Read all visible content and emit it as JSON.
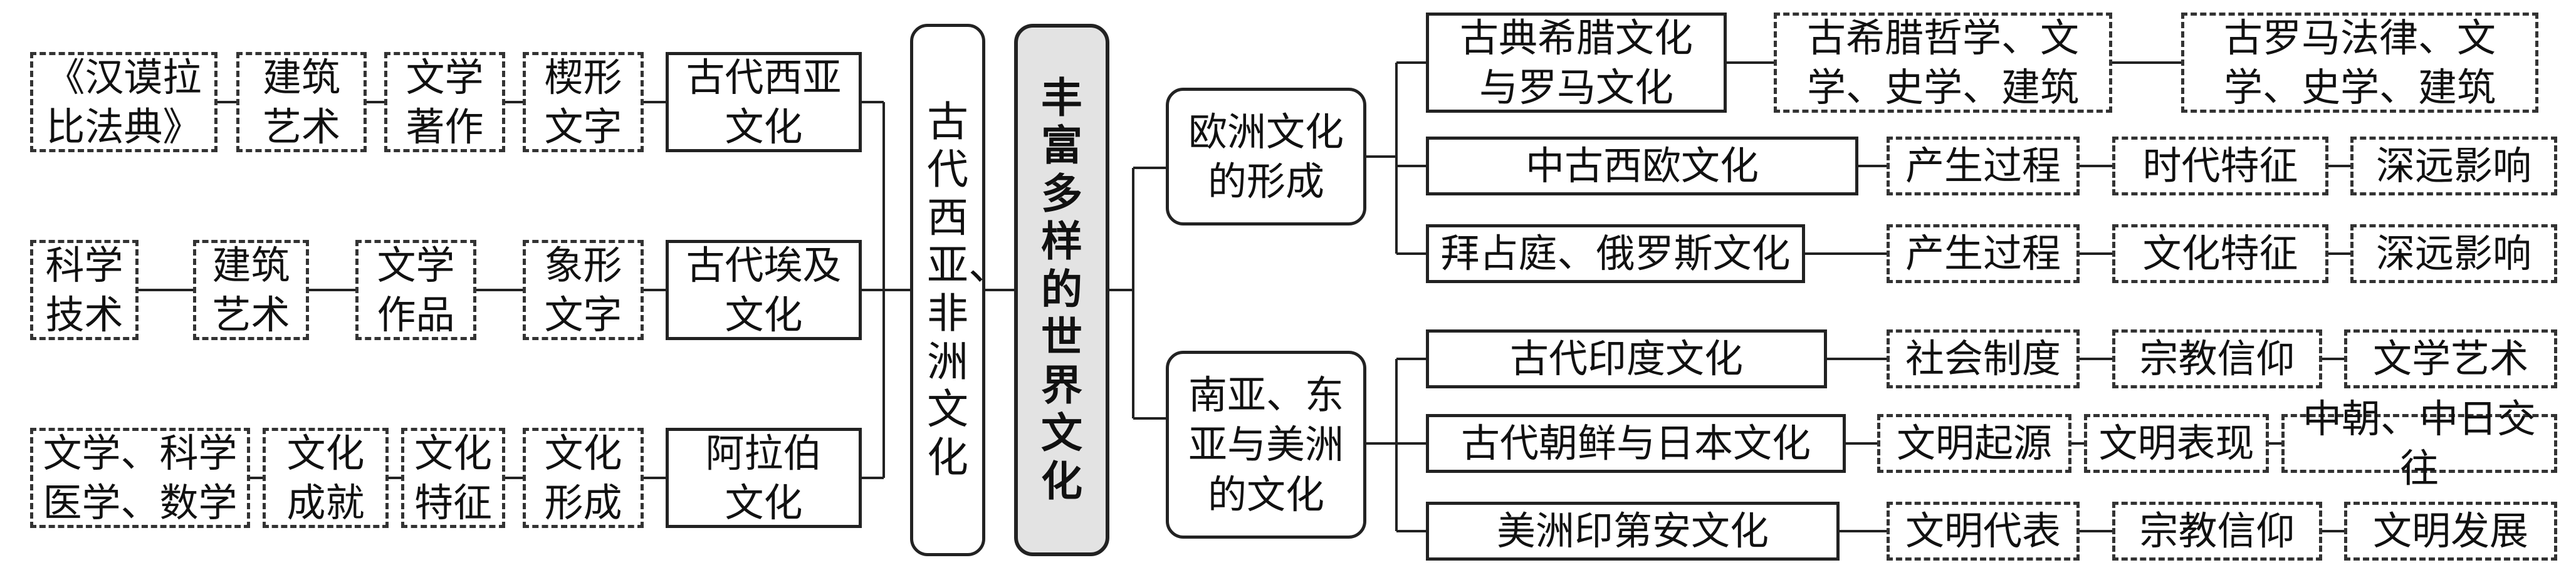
{
  "root": "丰富多样的世界文化",
  "west_asia_africa": {
    "title": "古代西亚、非洲文化",
    "west_asia": {
      "label": "古代西亚文化",
      "items": [
        "楔形文字",
        "文学著作",
        "建筑艺术",
        "《汉谟拉比法典》"
      ]
    },
    "egypt": {
      "label": "古代埃及文化",
      "items": [
        "象形文字",
        "文学作品",
        "建筑艺术",
        "科学技术"
      ]
    },
    "arab": {
      "label": "阿拉伯文化",
      "items": [
        "文化形成",
        "文化特征",
        "文化成就",
        "文学、科学医学、数学"
      ]
    }
  },
  "europe": {
    "title": "欧洲文化的形成",
    "greek_roman": {
      "label": "古典希腊文化与罗马文化",
      "items": [
        "古希腊哲学、文学、史学、建筑",
        "古罗马法律、文学、史学、建筑"
      ]
    },
    "medieval": {
      "label": "中古西欧文化",
      "items": [
        "产生过程",
        "时代特征",
        "深远影响"
      ]
    },
    "byzantine": {
      "label": "拜占庭、俄罗斯文化",
      "items": [
        "产生过程",
        "文化特征",
        "深远影响"
      ]
    }
  },
  "asia_america": {
    "title": "南亚、东亚与美洲的文化",
    "india": {
      "label": "古代印度文化",
      "items": [
        "社会制度",
        "宗教信仰",
        "文学艺术"
      ]
    },
    "korea_japan": {
      "label": "古代朝鲜与日本文化",
      "items": [
        "文明起源",
        "文明表现",
        "中朝、中日交往"
      ]
    },
    "americas": {
      "label": "美洲印第安文化",
      "items": [
        "文明代表",
        "宗教信仰",
        "文明发展"
      ]
    }
  }
}
